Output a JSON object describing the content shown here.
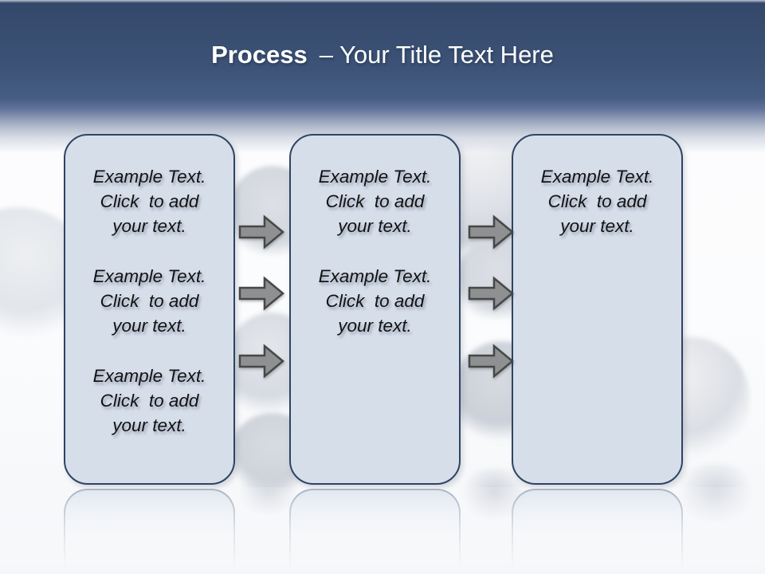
{
  "slide_title": {
    "keyword": "Process",
    "rest": "– Your Title Text Here"
  },
  "colors": {
    "header_top": "#33486a",
    "header_bottom": "#465d83",
    "box_fill": "#d6deea",
    "box_border": "#2e4463",
    "arrow_fill": "#8f9092",
    "arrow_stroke": "#474747",
    "body_text": "#121212",
    "title_text": "#ffffff"
  },
  "boxes": [
    {
      "paragraphs": [
        "Example Text.\nClick  to add\nyour text.",
        "Example Text.\nClick  to add\nyour text.",
        "Example Text.\nClick  to add\nyour text."
      ]
    },
    {
      "paragraphs": [
        "Example Text.\nClick  to add\nyour text.",
        "Example Text.\nClick  to add\nyour text."
      ]
    },
    {
      "paragraphs": [
        "Example Text.\nClick  to add\nyour text."
      ]
    }
  ]
}
